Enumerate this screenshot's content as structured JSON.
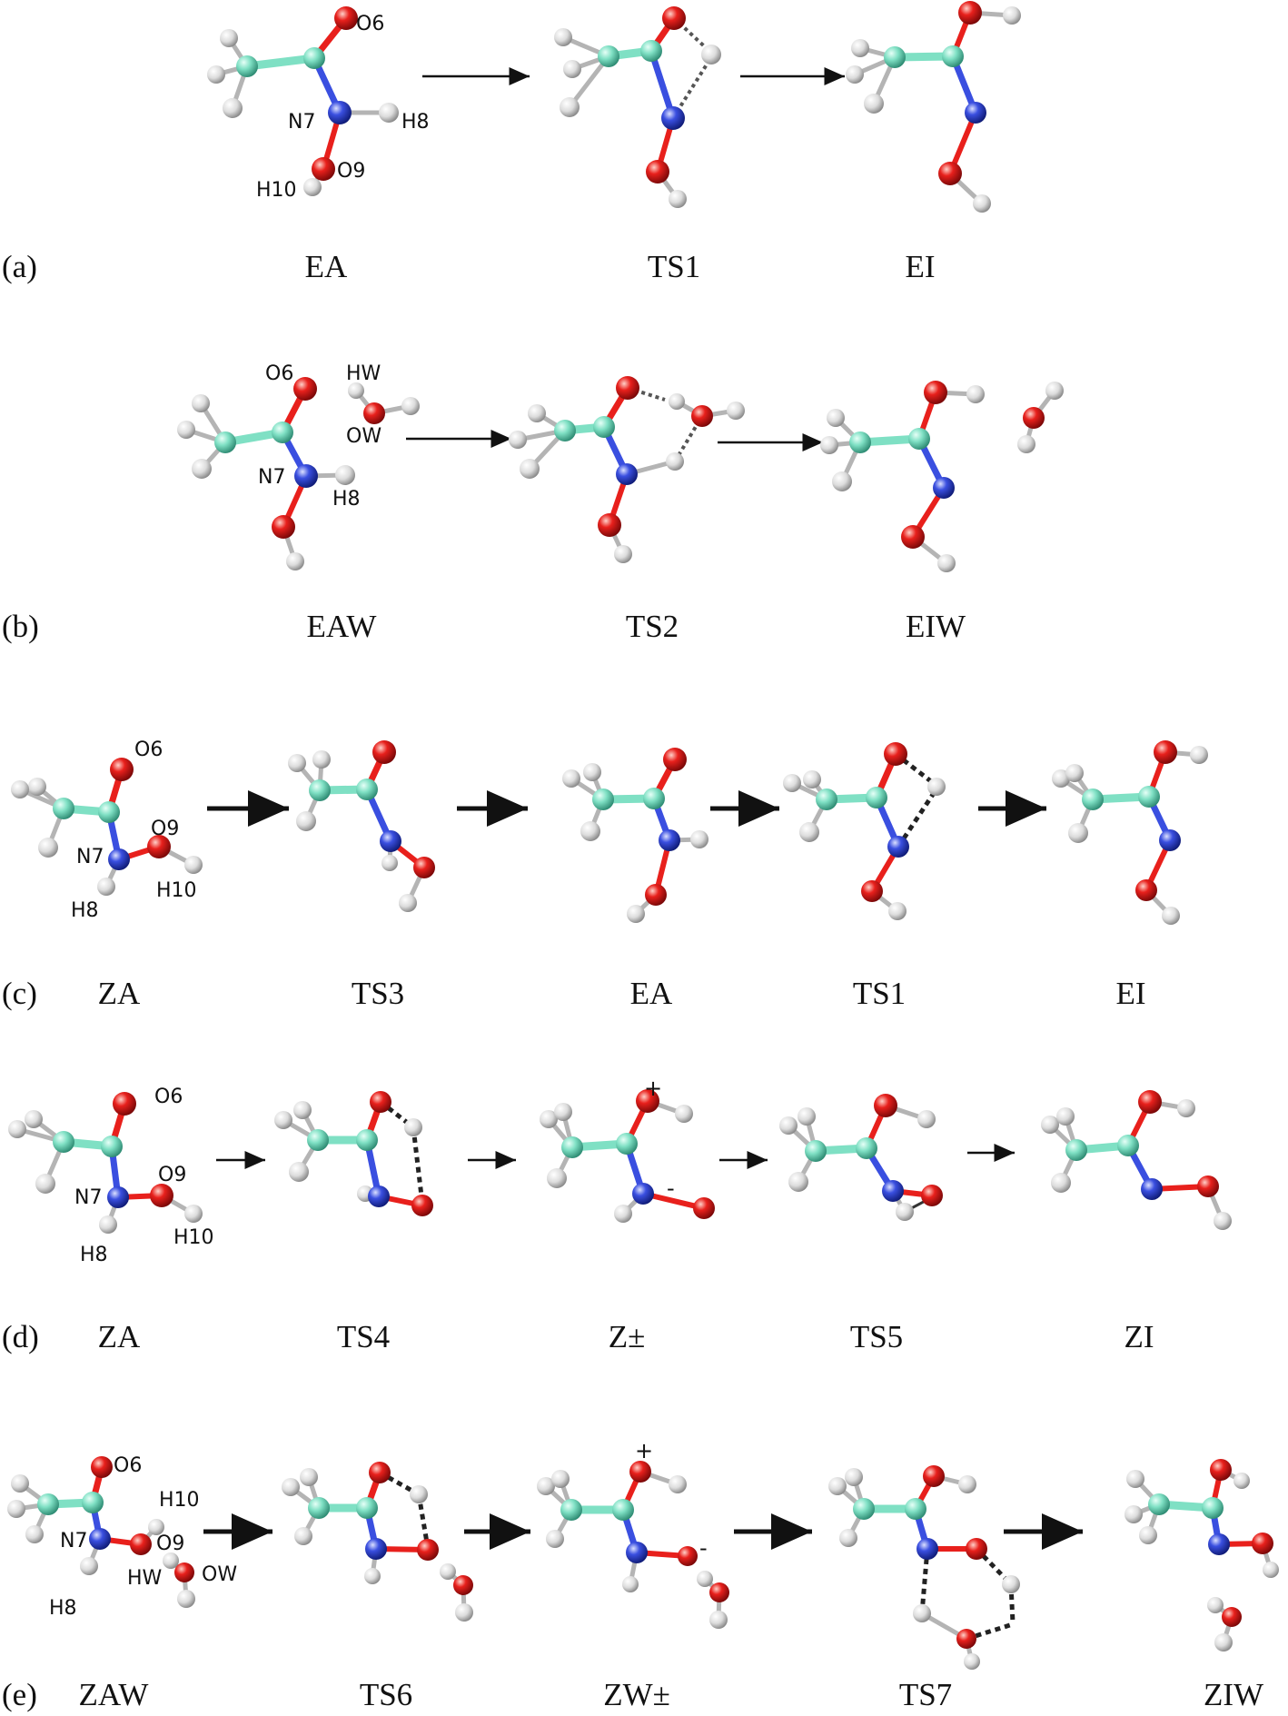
{
  "panels": [
    {
      "letter": "(a)",
      "labels": [
        "EA",
        "TS1",
        "EI"
      ],
      "atom_labels": [
        "O6",
        "N7",
        "H8",
        "O9",
        "H10"
      ]
    },
    {
      "letter": "(b)",
      "labels": [
        "EAW",
        "TS2",
        "EIW"
      ],
      "atom_labels": [
        "O6",
        "HW",
        "OW",
        "N7",
        "H8"
      ]
    },
    {
      "letter": "(c)",
      "labels": [
        "ZA",
        "TS3",
        "EA",
        "TS1",
        "EI"
      ],
      "atom_labels": [
        "O6",
        "O9",
        "N7",
        "H10",
        "H8"
      ]
    },
    {
      "letter": "(d)",
      "labels": [
        "ZA",
        "TS4",
        "Z±",
        "TS5",
        "ZI"
      ],
      "atom_labels": [
        "O6",
        "O9",
        "N7",
        "H10",
        "H8"
      ],
      "charges": [
        "+",
        "-"
      ]
    },
    {
      "letter": "(e)",
      "labels": [
        "ZAW",
        "TS6",
        "ZW±",
        "TS7",
        "ZIW"
      ],
      "atom_labels": [
        "O6",
        "H10",
        "N7",
        "O9",
        "HW",
        "OW",
        "H8"
      ],
      "charges": [
        "+",
        "-"
      ]
    }
  ],
  "colors": {
    "carbon": "#7fe0c4",
    "oxygen": "#e8201c",
    "nitrogen": "#3a4fe0",
    "hydrogen": "#e6e6e6",
    "bond": "#b4b4b4",
    "text": "#111111"
  }
}
